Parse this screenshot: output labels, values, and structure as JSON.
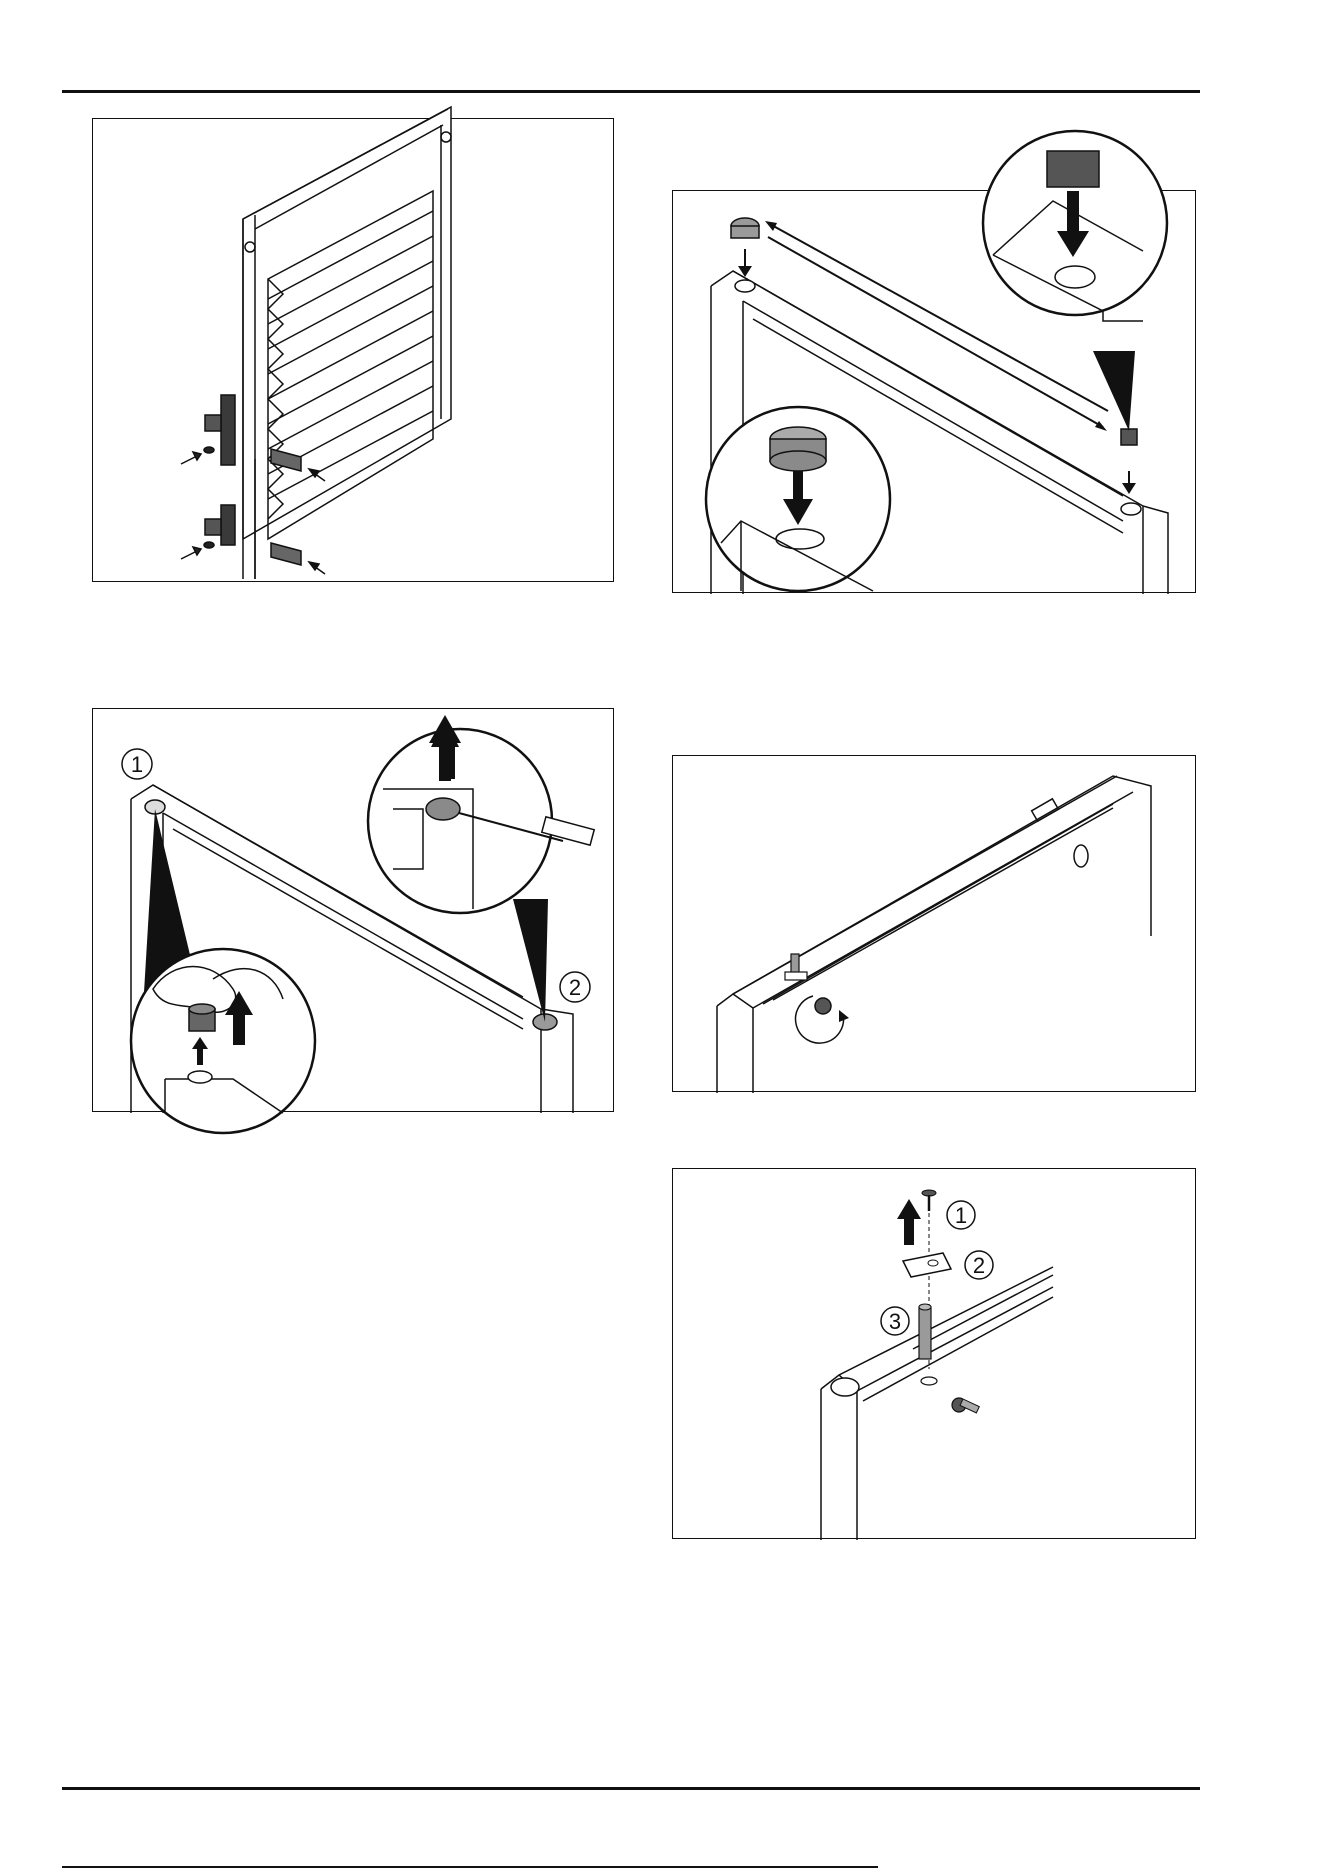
{
  "figures": {
    "fig2": {
      "callout_1": "1",
      "callout_2": "2"
    },
    "fig5": {
      "callout_1": "1",
      "callout_2": "2",
      "callout_3": "3"
    }
  },
  "colors": {
    "line": "#111111",
    "part_gray": "#9a9a9a",
    "dark_part": "#555555"
  }
}
